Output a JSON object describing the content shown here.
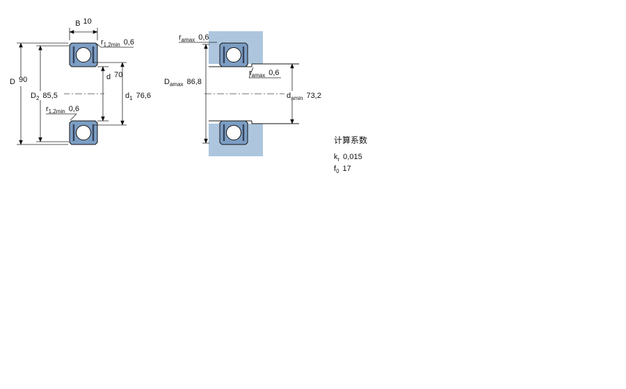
{
  "drawing": {
    "colors": {
      "bearing_fill": "#7d9ec4",
      "housing_fill": "#adc6de",
      "seal": "#36425a"
    },
    "left_view": {
      "width_label": {
        "main": "B",
        "sub": "",
        "value": "10"
      },
      "r_top": {
        "main": "r",
        "sub": "1,2min",
        "value": "0,6"
      },
      "outer_diameter": {
        "main": "D",
        "sub": "",
        "value": "90"
      },
      "d2": {
        "main": "D",
        "sub": "2",
        "value": "85,5"
      },
      "bore_diameter": {
        "main": "d",
        "sub": "",
        "value": "70"
      },
      "d1": {
        "main": "d",
        "sub": "1",
        "value": "76,6"
      },
      "r_bottom": {
        "main": "r",
        "sub": "1,2min",
        "value": "0,6"
      }
    },
    "right_view": {
      "ra_top": {
        "main": "r",
        "sub": "amax",
        "value": "0,6"
      },
      "ra_mid": {
        "main": "r",
        "sub": "amax",
        "value": "0,6"
      },
      "da_max": {
        "main": "D",
        "sub": "amax",
        "value": "86,8"
      },
      "da_min": {
        "main": "d",
        "sub": "amin",
        "value": "73,2"
      }
    },
    "calculation_factors": {
      "title": "计算系数",
      "kr": {
        "main": "k",
        "sub": "r",
        "value": "0,015"
      },
      "f0": {
        "main": "f",
        "sub": "0",
        "value": "17"
      }
    }
  }
}
